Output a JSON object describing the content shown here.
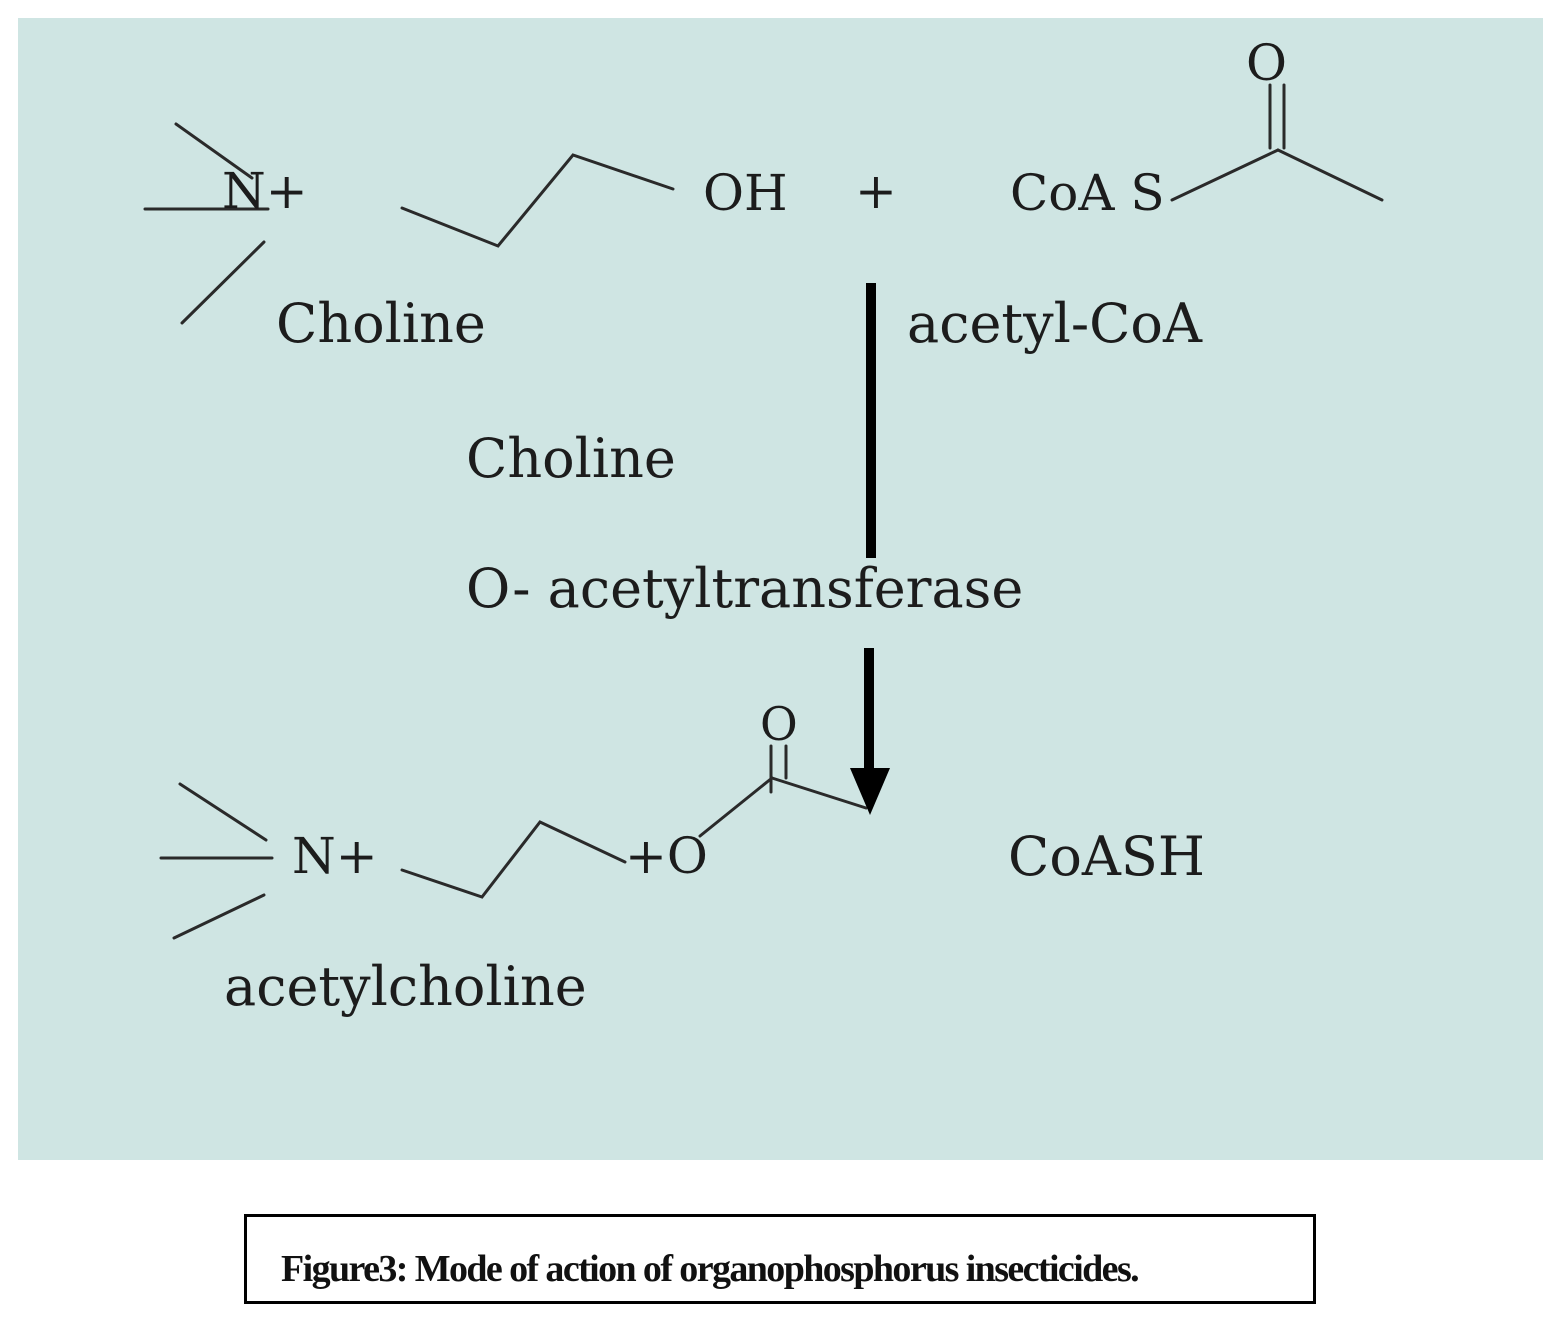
{
  "scheme": {
    "choline_atom": "N+",
    "hydroxyl": "OH",
    "plus_sign": "+",
    "coa_thio": "CoA S",
    "carbonyl_o_top": "O",
    "label_choline": "Choline",
    "label_acetyl_coa": "acetyl-CoA",
    "enzyme_line1": "Choline",
    "enzyme_line2": "O- acetyltransferase",
    "product_atom": "N+",
    "ester_o": "+O",
    "carbonyl_o_bottom": "O",
    "coash": "CoASH",
    "label_acetylcholine": "acetylcholine"
  },
  "caption": "Figure3: Mode of action of organophosphorus insecticides."
}
